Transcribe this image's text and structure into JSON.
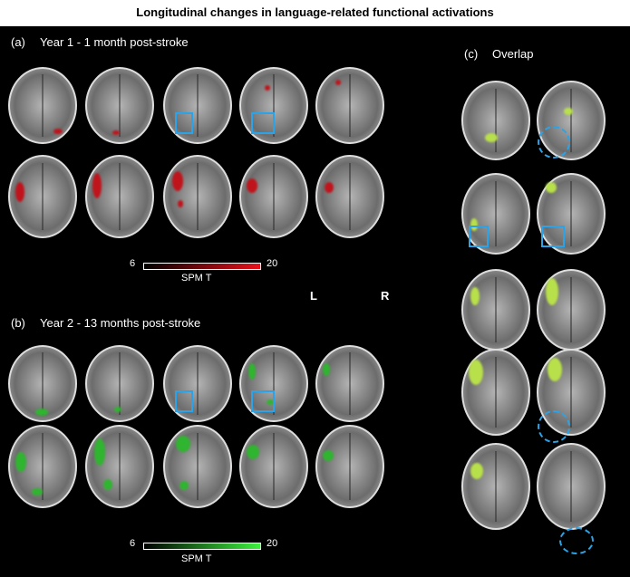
{
  "title": "Longitudinal changes in language-related functional activations",
  "panel_a": {
    "label": "(a)",
    "title": "Year 1 - 1 month post-stroke",
    "colorbar": {
      "min": "6",
      "max": "20",
      "label": "SPM T",
      "color": "#e8101a"
    }
  },
  "panel_b": {
    "label": "(b)",
    "title": "Year 2 - 13 months post-stroke",
    "colorbar": {
      "min": "6",
      "max": "20",
      "label": "SPM T",
      "color": "#3cf03c"
    }
  },
  "panel_c": {
    "label": "(c)",
    "title": "Overlap"
  },
  "orientation": {
    "left": "L",
    "right": "R"
  },
  "colors": {
    "highlight": "#2aa3e8",
    "year1": "#c0141c",
    "year2": "#2fb52f",
    "overlap": "#b8e04a"
  }
}
